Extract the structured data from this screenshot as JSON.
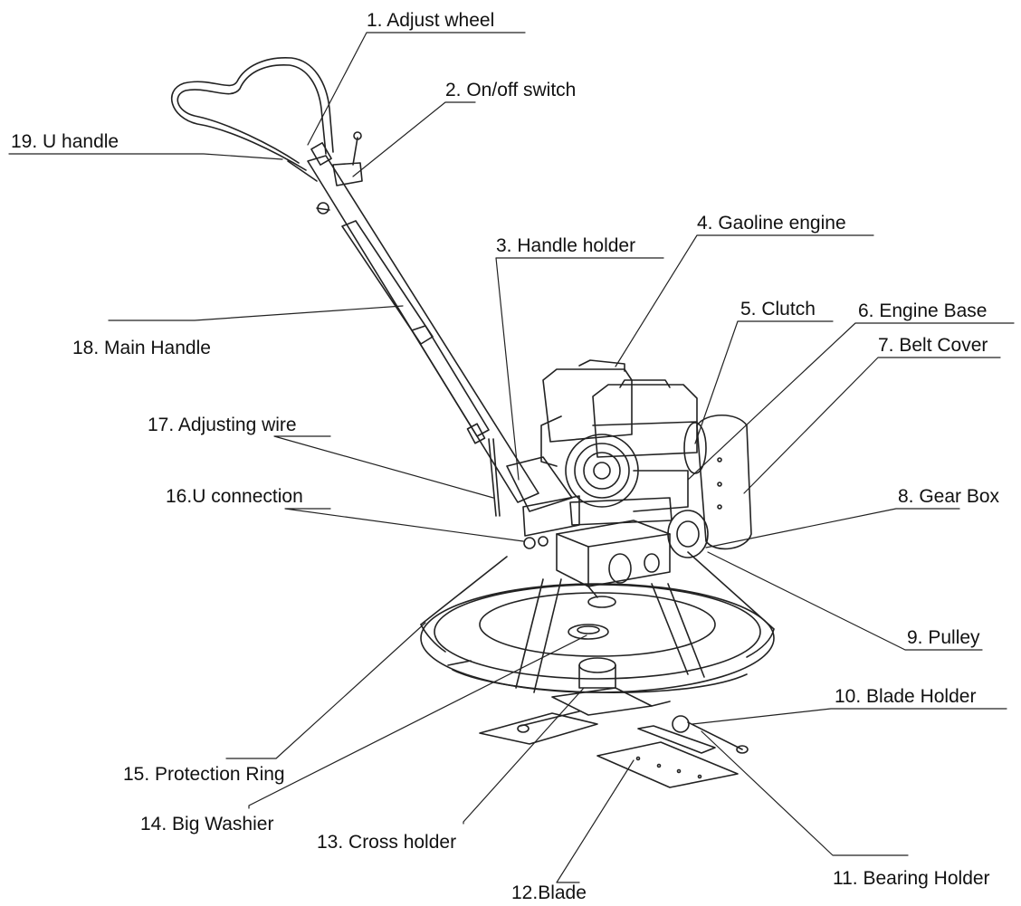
{
  "labels": {
    "adjust_wheel": "1. Adjust wheel",
    "on_off_switch": "2. On/off switch",
    "handle_holder": "3. Handle holder",
    "gasoline_engine": "4. Gaoline engine",
    "clutch": "5. Clutch",
    "engine_base": "6. Engine Base",
    "belt_cover": "7. Belt Cover",
    "gear_box": "8. Gear Box",
    "pulley": "9. Pulley",
    "blade_holder": "10. Blade Holder",
    "bearing_holder": "11. Bearing Holder",
    "blade": "12.Blade",
    "cross_holder": "13. Cross holder",
    "big_washer": "14. Big Washier",
    "protection_ring": "15. Protection Ring",
    "u_connection": "16.U connection",
    "adjusting_wire": "17. Adjusting wire",
    "main_handle": "18. Main Handle",
    "u_handle": "19. U handle"
  },
  "colors": {
    "line": "#222222",
    "background": "#ffffff"
  }
}
